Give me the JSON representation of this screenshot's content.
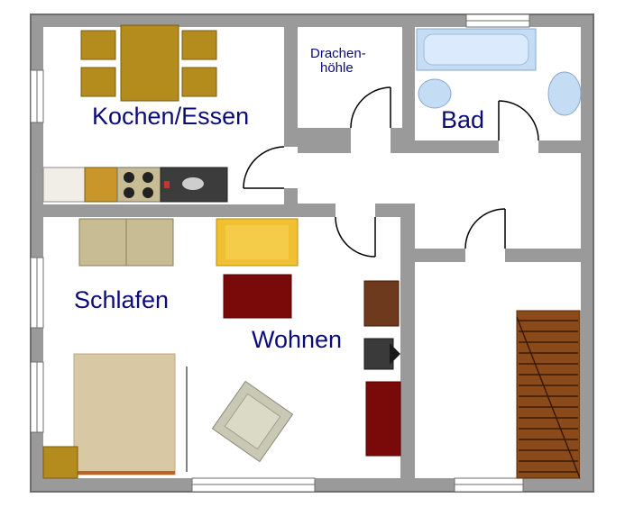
{
  "rooms": {
    "kitchen": "Kochen/Essen",
    "den_line1": "Drachen-",
    "den_line2": "höhle",
    "bath": "Bad",
    "bedroom": "Schlafen",
    "living": "Wohnen"
  },
  "colors": {
    "wall": "#9a9a9a",
    "wall_edge": "#6e6e6e",
    "floor": "#ffffff",
    "label": "#0c0c78",
    "table": "#b48c1e",
    "wardrobe": "#c8bc94",
    "armchair": "#f0c030",
    "rug": "#7a0a0a",
    "bed": "#d8c8a4",
    "stairs": "#8a4a1a",
    "bathtub": "#c4dcf4",
    "shelf": "#6e3a1e"
  }
}
